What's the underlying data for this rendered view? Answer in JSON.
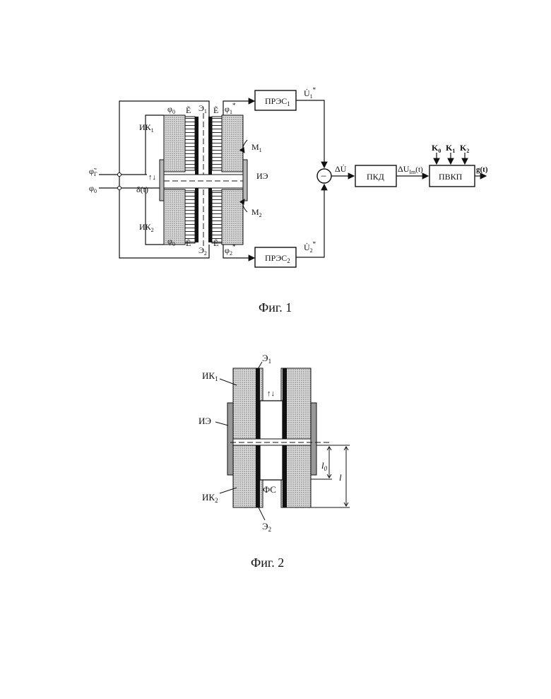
{
  "figure1": {
    "caption": "Фиг. 1",
    "blocks": {
      "pres1": "ПРЭС",
      "pres2": "ПРЭС",
      "pkd": "ПКД",
      "pvkp": "ПВКП"
    },
    "block_subscripts": {
      "pres1": "1",
      "pres2": "2"
    },
    "labels": {
      "phi_g": "φ̃",
      "phi_g_sub": "Г",
      "phi_0_in": "φ",
      "phi_0_in_sub": "0",
      "phi_0_top": "φ",
      "phi_0_top_sub": "0",
      "phi_0_bot": "φ",
      "phi_0_bot_sub": "0",
      "e_tilde_top": "Ẽ",
      "e_tilde_bot": "Ẽ",
      "e_top": "Ẽ",
      "e_bot": "Ẽ",
      "e1": "Э",
      "e1_sub": "1",
      "e2": "Э",
      "e2_sub": "2",
      "phi1_star": "φ",
      "phi1_star_sub": "1",
      "phi2_star": "φ",
      "phi2_star_sub": "2",
      "ik1": "ИК",
      "ik1_sub": "1",
      "ik2": "ИК",
      "ik2_sub": "2",
      "ie": "ИЭ",
      "delta": "δ(t)",
      "m1": "M",
      "m1_sub": "1",
      "m2": "M",
      "m2_sub": "2",
      "u1": "U̇",
      "u1_sub": "1",
      "u2": "U̇",
      "u2_sub": "2",
      "delta_u": "ΔU̇",
      "delta_u_im": "ΔU",
      "delta_u_im_sub": "Im",
      "delta_u_im_arg": "(t)",
      "k0": "K",
      "k0_sub": "0",
      "k1": "K",
      "k1_sub": "1",
      "k2": "K",
      "k2_sub": "2",
      "g": "g(t)",
      "star": "*",
      "minus": "−",
      "updown": "↑↓"
    }
  },
  "figure2": {
    "caption": "Фиг. 2",
    "labels": {
      "e1": "Э",
      "e1_sub": "1",
      "e2": "Э",
      "e2_sub": "2",
      "ik1": "ИК",
      "ik1_sub": "1",
      "ik2": "ИК",
      "ik2_sub": "2",
      "ie": "ИЭ",
      "fs": "ФС",
      "l0": "l",
      "l0_sub": "0",
      "l": "l",
      "updown": "↑↓"
    }
  },
  "colors": {
    "ink": "#111111",
    "dots": "#bdbdbd",
    "paper": "#ffffff"
  }
}
